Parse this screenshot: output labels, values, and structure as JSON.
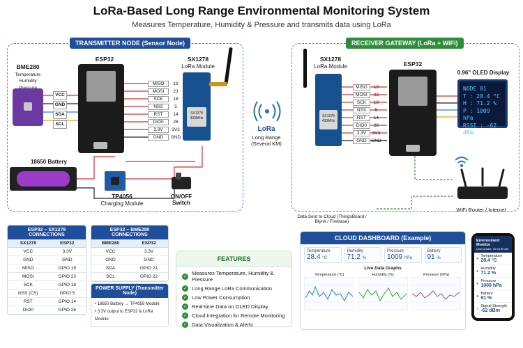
{
  "title": "LoRa-Based Long Range Environmental Monitoring System",
  "subtitle": "Measures Temperature, Humidity & Pressure and transmits data using LoRa",
  "transmitter": {
    "title": "TRANSMITTER NODE (Sensor Node)",
    "bme_name": "BME280",
    "bme_desc": "Temperature Humidity Pressure",
    "bme_pins": [
      "VCC",
      "GND",
      "SDA",
      "SCL"
    ],
    "esp_label": "ESP32",
    "lora_name": "SX1278",
    "lora_desc": "LoRa Module",
    "lora_chip": "SX1278 433MHz",
    "lora_pins": [
      {
        "name": "MISO",
        "num": "19"
      },
      {
        "name": "MOSI",
        "num": "23"
      },
      {
        "name": "SCK",
        "num": "18"
      },
      {
        "name": "NSS",
        "num": "5"
      },
      {
        "name": "RST",
        "num": "14"
      },
      {
        "name": "DIO0",
        "num": "26"
      },
      {
        "name": "3.3V",
        "num": "3V3"
      },
      {
        "name": "GND",
        "num": "GND"
      }
    ],
    "battery_label": "18650 Battery",
    "charger_name": "TP4056",
    "charger_desc": "Charging Module",
    "switch_label": "ON/OFF Switch"
  },
  "link": {
    "label": "LoRa",
    "desc": "Long Range (Several KM)"
  },
  "receiver": {
    "title": "RECEIVER GATEWAY (LoRa + WiFi)",
    "lora_name": "SX1278",
    "lora_desc": "LoRa Module",
    "esp_label": "ESP32",
    "oled_label": "0.96\" OLED Display",
    "oled_lines": [
      "NODE 01",
      "T : 28.4 °C",
      "H : 71.2 %",
      "P : 1009 hPa",
      "RSSI : -62 dBm"
    ],
    "router_label": "WiFi Router / Internet",
    "cloud_note": "Data Sent to Cloud (ThingsBoard / Blynk / Firebase)"
  },
  "table_lora": {
    "title": "ESP32 – SX1278 CONNECTIONS",
    "headers": [
      "SX1278",
      "ESP32"
    ],
    "rows": [
      [
        "VCC",
        "3.3V"
      ],
      [
        "GND",
        "GND"
      ],
      [
        "MISO",
        "GPIO 19"
      ],
      [
        "MOSI",
        "GPIO 23"
      ],
      [
        "SCK",
        "GPIO 18"
      ],
      [
        "NSS (CS)",
        "GPIO 5"
      ],
      [
        "RST",
        "GPIO 14"
      ],
      [
        "DIO0",
        "GPIO 26"
      ]
    ]
  },
  "table_bme": {
    "title": "ESP32 – BME280 CONNECTIONS",
    "headers": [
      "BME280",
      "ESP32"
    ],
    "rows": [
      [
        "VCC",
        "3.3V"
      ],
      [
        "GND",
        "GND"
      ],
      [
        "SDA",
        "GPIO 21"
      ],
      [
        "SCL",
        "GPIO 22"
      ]
    ]
  },
  "power": {
    "title": "POWER SUPPLY (Transmitter Node)",
    "items": [
      "• 18650 Battery → TP4056 Module",
      "• 3.3V output to ESP32 & LoRa Module"
    ]
  },
  "features": {
    "title": "FEATURES",
    "items": [
      "Measures Temperature, Humidity & Pressure",
      "Long Range LoRa Communication",
      "Low Power Consumption",
      "Real-time Data on OLED Display",
      "Cloud Integration for Remote Monitoring",
      "Data Visualization & Alerts"
    ]
  },
  "dashboard": {
    "title": "CLOUD DASHBOARD (Example)",
    "cards": [
      {
        "name": "Temperature",
        "value": "28.4",
        "unit": "°C"
      },
      {
        "name": "Humidity",
        "value": "71.2",
        "unit": "%"
      },
      {
        "name": "Pressure",
        "value": "1009",
        "unit": "hPa"
      },
      {
        "name": "Battery",
        "value": "91",
        "unit": "%"
      }
    ],
    "graphs_title": "Live Data Graphs",
    "graphs": [
      {
        "title": "Temperature (°C)",
        "color": "#2a7fc1"
      },
      {
        "title": "Humidity (%)",
        "color": "#3aa33a"
      },
      {
        "title": "Pressure (hPa)",
        "color": "#8a4fc7"
      }
    ]
  },
  "phone": {
    "app_title": "Environment Monitor",
    "last_update": "Last Update: 10:25:30 AM",
    "rows": [
      {
        "name": "Temperature",
        "value": "28.4 °C"
      },
      {
        "name": "Humidity",
        "value": "71.2 %"
      },
      {
        "name": "Pressure",
        "value": "1009 hPa"
      },
      {
        "name": "Battery",
        "value": "91 %"
      },
      {
        "name": "Signal Strength",
        "value": "-62 dBm"
      }
    ]
  },
  "colors": {
    "blue": "#1f4e9a",
    "green": "#2e8b3a",
    "wire_red": "#d32f2f",
    "wire_black": "#222222"
  }
}
